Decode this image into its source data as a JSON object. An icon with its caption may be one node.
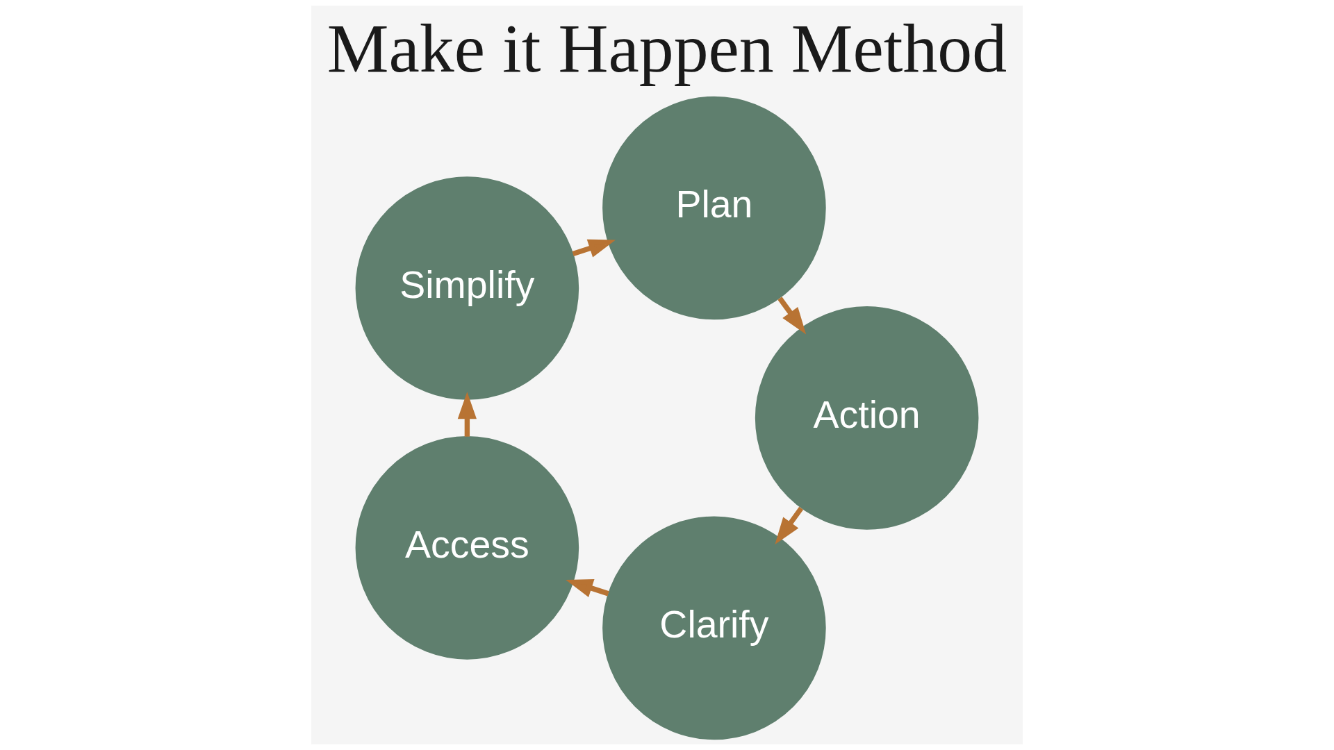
{
  "diagram": {
    "title": "Make it Happen Method",
    "nodes": [
      {
        "text": [
          "Clarify"
        ]
      },
      {
        "text": [
          "Access"
        ]
      },
      {
        "text": [
          "Simplify"
        ]
      },
      {
        "text": [
          "Plan"
        ]
      },
      {
        "text": [
          "Action"
        ]
      }
    ],
    "edges": [
      {
        "from": 0,
        "to": 1,
        "arrow": "to"
      },
      {
        "from": 1,
        "to": 2,
        "arrow": "to"
      },
      {
        "from": 2,
        "to": 3,
        "arrow": "to"
      },
      {
        "from": 3,
        "to": 4,
        "arrow": "to"
      },
      {
        "from": 4,
        "to": 0,
        "arrow": "to"
      }
    ]
  }
}
